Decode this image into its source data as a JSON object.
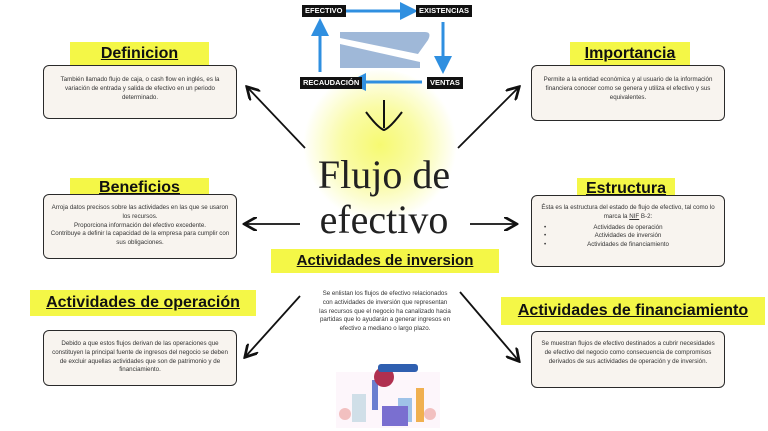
{
  "title": {
    "line1": "Flujo de",
    "line2": "efectivo"
  },
  "flow": {
    "efectivo": "EFECTIVO",
    "existencias": "EXISTENCIAS",
    "ventas": "VENTAS",
    "recaudacion": "RECAUDACIÓN"
  },
  "definicion": {
    "heading": "Definicion",
    "text": "También llamado flujo de caja, o cash flow en inglés, es la variación de entrada y salida de efectivo en un periodo determinado."
  },
  "importancia": {
    "heading": "Importancia",
    "text": "Permite a la entidad económica y al usuario de la información financiera conocer como se genera y utiliza el efectivo y sus equivalentes."
  },
  "beneficios": {
    "heading": "Beneficios",
    "text1": "Arroja datos precisos sobre las actividades en las que se usaron los recursos.",
    "text2": "Proporciona información del efectivo excedente.",
    "text3": "Contribuye a definir la capacidad de la empresa para cumplir con sus obligaciones."
  },
  "estructura": {
    "heading": "Estructura",
    "intro_before": "Ésta es la estructura del estado de flujo de efectivo, tal como lo marca la ",
    "intro_link": "NIF",
    "intro_after": " B-2:",
    "items": [
      "Actividades de operación",
      "Actividades de inversión",
      "Actividades de financiamiento"
    ]
  },
  "inversion": {
    "heading": "Actividades de inversion",
    "text": "Se enlistan los flujos de efectivo relacionados con actividades de inversión que representan las recursos que el negocio ha canalizado hacia partidas que lo ayudarán a generar ingresos en efectivo a mediano o largo plazo."
  },
  "operacion": {
    "heading": "Actividades de operación",
    "text": "Debido a que estos flujos derivan de las operaciones que constituyen la principal fuente de ingresos del negocio se deben de excluir aquellas actividades que son de patrimonio y de financiamiento."
  },
  "financiamiento": {
    "heading": "Actividades de financiamiento",
    "text": "Se muestran flujos de efectivo destinados a cubrir necesidades de efectivo del negocio como consecuencia de compromisos derivados de sus actividades de operación y de inversión."
  },
  "colors": {
    "highlight": "#f4f747",
    "card_bg": "#f8f4ef",
    "flow_arrow": "#2f8fe0",
    "glow": "#f6f96a"
  }
}
